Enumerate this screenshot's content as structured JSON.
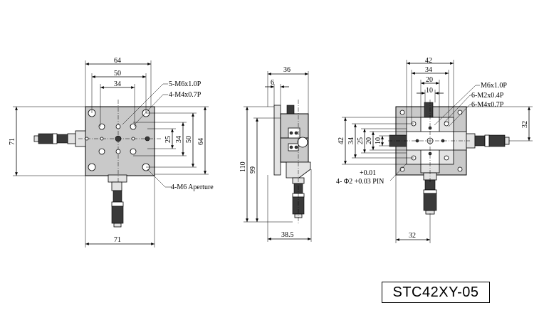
{
  "model": "STC42XY-05",
  "top_view": {
    "dims": {
      "top_64": "64",
      "top_50": "50",
      "top_34": "34",
      "left_71": "71",
      "bottom_71": "71",
      "right_25": "25",
      "right_34": "34",
      "right_50": "50",
      "right_64": "64"
    },
    "callouts": {
      "m6": "5-M6x1.0P",
      "m4": "4-M4x0.7P",
      "aperture": "4-M6 Aperture"
    }
  },
  "side_view": {
    "dims": {
      "top_36": "36",
      "top_6": "6",
      "left_110": "110",
      "left_99": "99",
      "bottom_385": "38.5"
    }
  },
  "right_view": {
    "dims": {
      "top_42": "42",
      "top_34": "34",
      "top_20": "20",
      "top_10": "10",
      "left_42": "42",
      "left_34": "34",
      "left_25": "25",
      "left_20": "20",
      "left_10": "10",
      "right_32": "32",
      "bottom_32": "32"
    },
    "callouts": {
      "m6": "M6x1.0P",
      "m2": "6-M2x0.4P",
      "m4": "6-M4x0.7P",
      "tol_upper": "+0.01",
      "pin": "4- Φ2 +0.03 PIN"
    }
  }
}
